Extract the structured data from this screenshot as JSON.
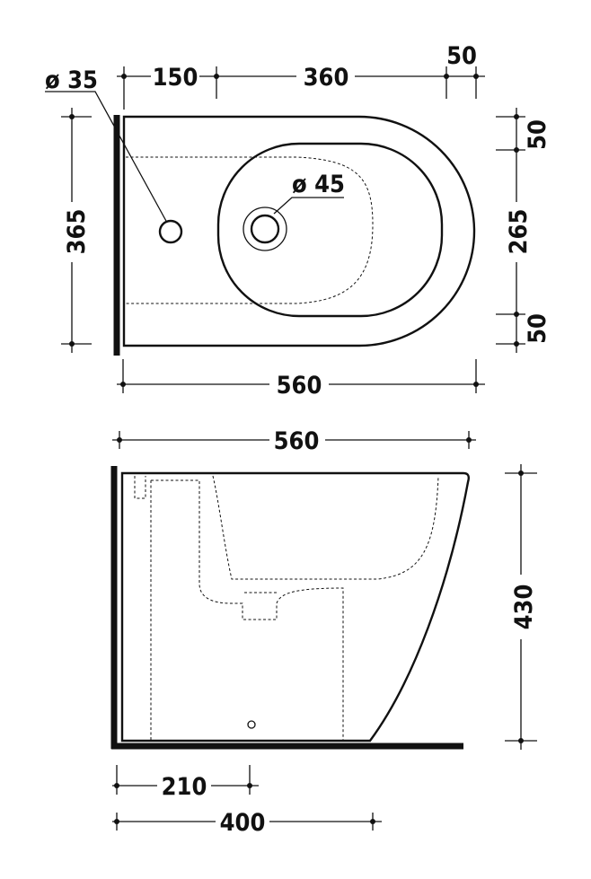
{
  "top_view": {
    "dim_width_left": "150",
    "dim_width_mid": "360",
    "dim_width_right": "50",
    "dim_overall_width": "560",
    "dim_depth": "365",
    "dim_right_top": "50",
    "dim_right_mid": "265",
    "dim_right_bottom": "50",
    "hole_small_label": "ø 35",
    "hole_drain_label": "ø 45"
  },
  "side_view": {
    "dim_overall_width": "560",
    "dim_height": "430",
    "dim_drain_offset": "210",
    "dim_base_depth": "400"
  }
}
